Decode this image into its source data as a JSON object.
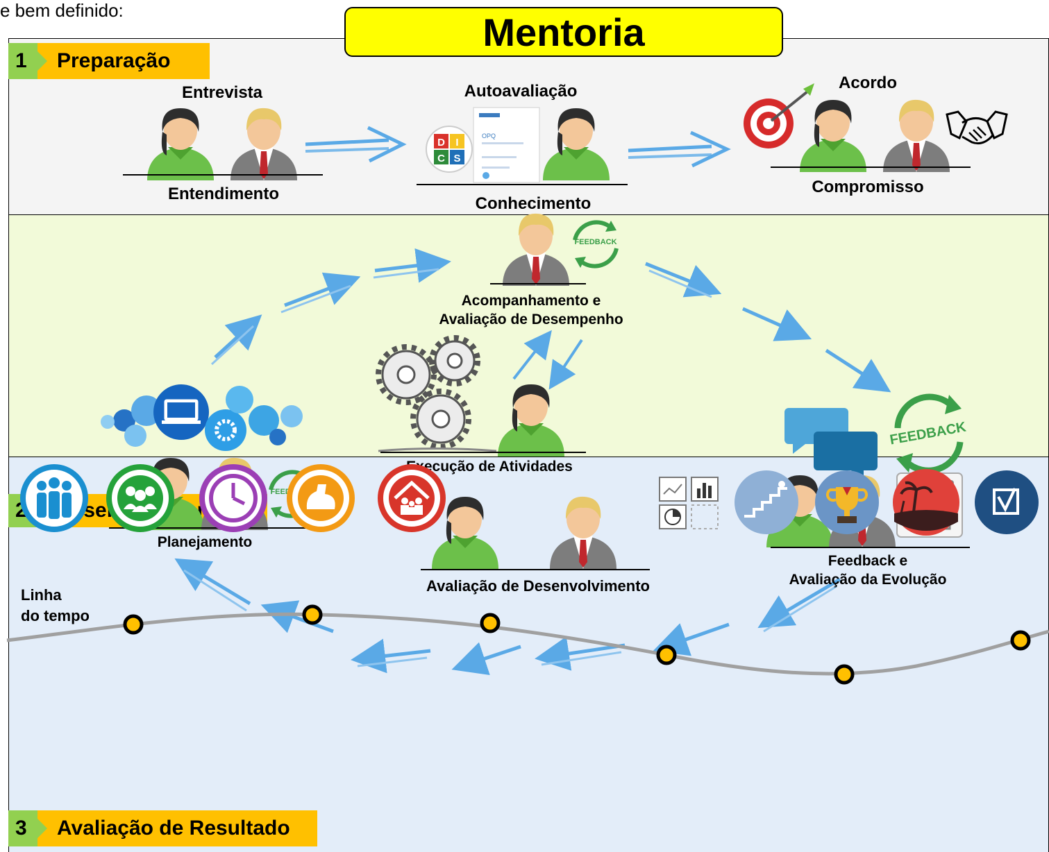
{
  "intro_text": "e bem definido:",
  "title": "Mentoria",
  "sections": [
    {
      "num": "1",
      "label": "Preparação"
    },
    {
      "num": "2",
      "label": "Desenvolvimento"
    },
    {
      "num": "3",
      "label": "Avaliação de Resultado"
    }
  ],
  "prep": {
    "entrevista": "Entrevista",
    "entendimento": "Entendimento",
    "autoavaliacao": "Autoavaliação",
    "conhecimento": "Conhecimento",
    "acordo": "Acordo",
    "compromisso": "Compromisso",
    "disc": [
      "D",
      "I",
      "C",
      "S"
    ],
    "doc_title": "OPQ"
  },
  "dev": {
    "acompanhamento_line1": "Acompanhamento e",
    "acompanhamento_line2": "Avaliação de Desempenho",
    "execucao": "Execução de Atividades",
    "planejamento": "Planejamento",
    "feedback_line1": "Feedback e",
    "feedback_line2": "Avaliação da Evolução",
    "timeline_line1": "Linha",
    "timeline_line2": "do tempo",
    "feedback_badge": "FEEDBACK"
  },
  "result": {
    "avaliacao_desenvolvimento": "Avaliação de Desenvolvimento"
  },
  "icons": [
    "mentee-avatar",
    "mentor-avatar",
    "target-icon",
    "handshake-icon",
    "disc-icon",
    "document-icon",
    "gears-icon",
    "cloud-icons",
    "chat-bubbles-icon",
    "chart-icon",
    "team-icon",
    "group-icon",
    "clock-icon",
    "strength-icon",
    "home-family-icon",
    "charts-grid-icon",
    "stairs-icon",
    "trophy-icon",
    "beach-icon",
    "checkbox-icon"
  ],
  "colors": {
    "title_bg": "#ffff00",
    "tag_bg": "#ffc000",
    "tag_num_bg": "#92d050",
    "sec1_bg": "#f4f4f4",
    "sec2_bg": "#f2fad9",
    "sec3_bg": "#e3edf9",
    "arrow": "#5aa9e6",
    "timeline_dot": "#ffc000"
  }
}
